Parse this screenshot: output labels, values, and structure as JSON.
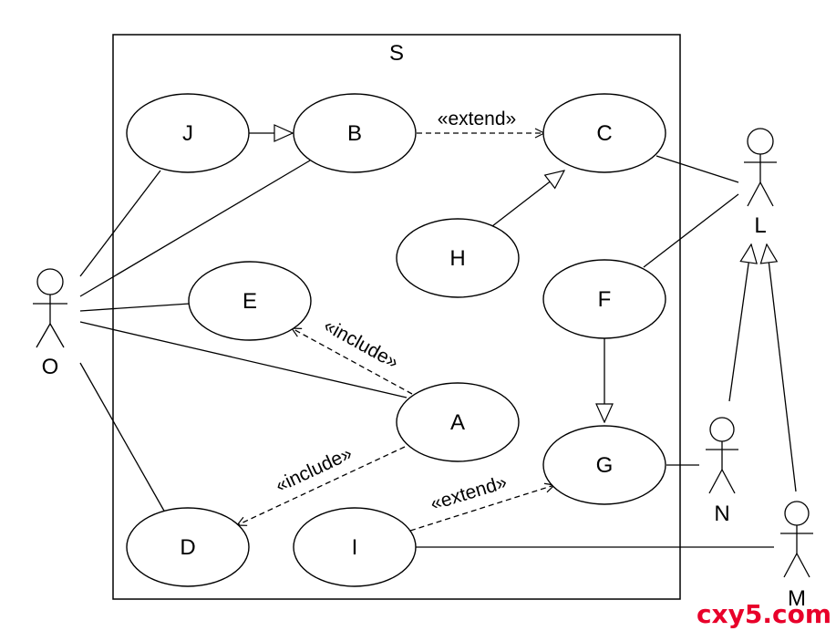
{
  "diagram": {
    "system": {
      "label": "S"
    },
    "use_cases": [
      {
        "id": "J",
        "label": "J"
      },
      {
        "id": "B",
        "label": "B"
      },
      {
        "id": "C",
        "label": "C"
      },
      {
        "id": "H",
        "label": "H"
      },
      {
        "id": "E",
        "label": "E"
      },
      {
        "id": "F",
        "label": "F"
      },
      {
        "id": "A",
        "label": "A"
      },
      {
        "id": "G",
        "label": "G"
      },
      {
        "id": "D",
        "label": "D"
      },
      {
        "id": "I",
        "label": "I"
      }
    ],
    "actors": [
      {
        "id": "O",
        "label": "O"
      },
      {
        "id": "L",
        "label": "L"
      },
      {
        "id": "N",
        "label": "N"
      },
      {
        "id": "M",
        "label": "M"
      }
    ],
    "relationships": {
      "extend_label": "«extend»",
      "include_label": "«include»"
    },
    "watermark": "cxy5.com"
  }
}
